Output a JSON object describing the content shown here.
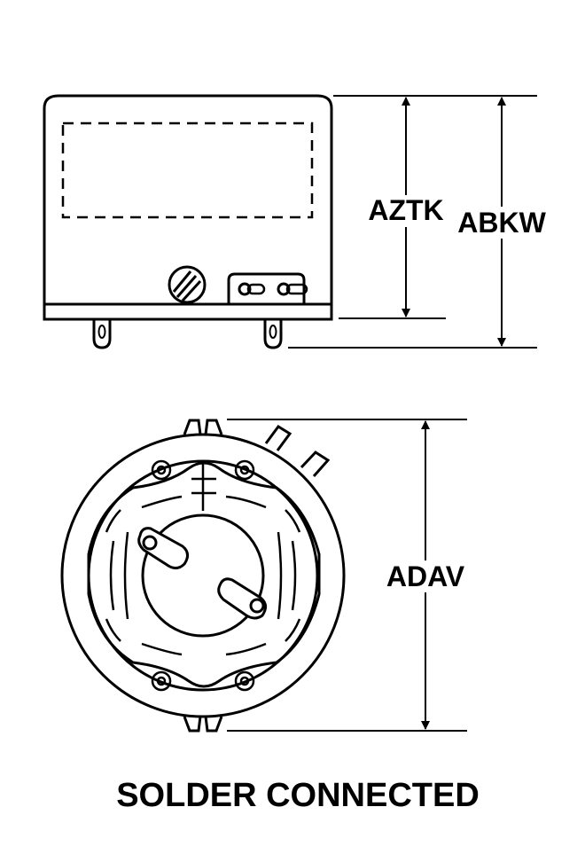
{
  "dimensions": {
    "side_inner_height": "AZTK",
    "side_overall_height": "ABKW",
    "top_diameter": "ADAV"
  },
  "caption": "SOLDER CONNECTED",
  "colors": {
    "line": "#000000",
    "background": "#ffffff"
  }
}
